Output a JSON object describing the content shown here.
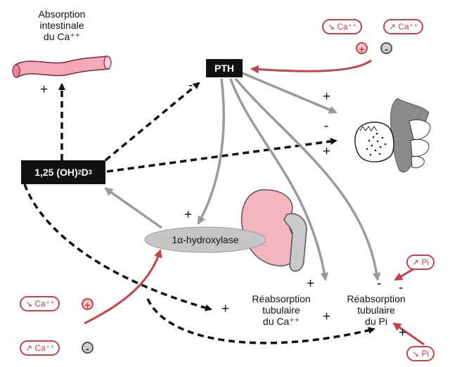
{
  "labels": {
    "absorption": [
      "Absorption",
      "intestinale",
      "du Ca⁺⁺"
    ],
    "pth": "PTH",
    "calcitriol_prefix": "1,25 (OH)",
    "calcitriol_sub1": "2",
    "calcitriol_mid": "D",
    "calcitriol_sub2": "3",
    "hydroxylase": "1α-hydroxylase",
    "reabs_ca": [
      "Réabsorption",
      "tubulaire",
      "du Ca⁺⁺"
    ],
    "reabs_pi": [
      "Réabsorption",
      "tubulaire",
      "du Pi"
    ]
  },
  "pills": {
    "top_low_ca": "↘ Ca⁺⁺",
    "top_high_ca": "↗ Ca⁺⁺",
    "left_low_ca": "↘ Ca⁺⁺",
    "left_high_ca": "↗ Ca⁺⁺",
    "right_high_pi": "↗ Pi",
    "right_low_pi": "↘ Pi"
  },
  "signs": {
    "plus": "+",
    "minus": "-"
  },
  "colors": {
    "red": "#c0444a",
    "gray_arrow": "#9a9a9a",
    "kidney_pink": "#f3b6c1",
    "intestine_pink": "#f4a9b8",
    "enzyme_gray": "#c6c6c6"
  }
}
